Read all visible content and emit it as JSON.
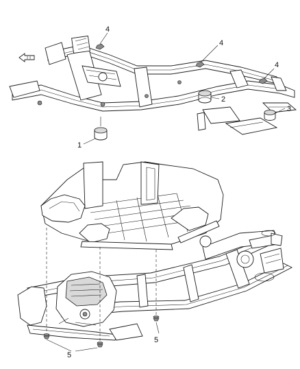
{
  "callouts": {
    "c1": "1",
    "c2": "2",
    "c3": "3",
    "c4a": "4",
    "c4b": "4",
    "c4c": "4",
    "c5a": "5",
    "c5b": "5"
  },
  "front_arrow": {
    "icon": "front-direction-arrow-icon"
  }
}
